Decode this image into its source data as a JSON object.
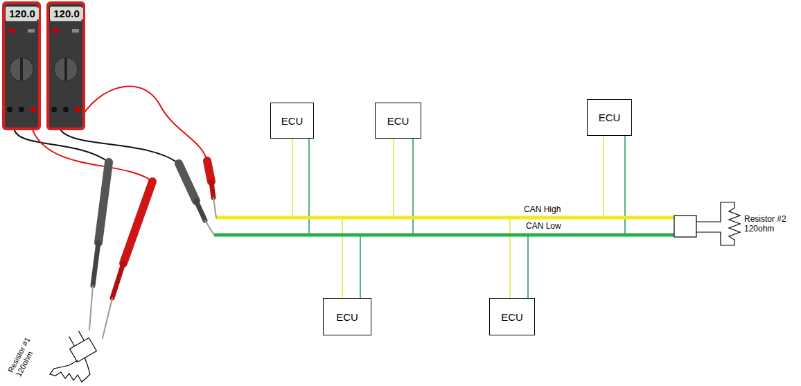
{
  "diagram": {
    "nodes": [
      {
        "text": [
          "ECU"
        ]
      },
      {
        "text": [
          "ECU"
        ]
      },
      {
        "text": [
          "ECU"
        ]
      },
      {
        "text": [
          "ECU"
        ]
      },
      {
        "text": [
          "ECU"
        ]
      }
    ],
    "labels": [
      "120.0",
      "120.0",
      "Resistor #1 120ohm",
      "CAN High",
      "CAN Low",
      "Resistor #2 120ohm"
    ]
  }
}
